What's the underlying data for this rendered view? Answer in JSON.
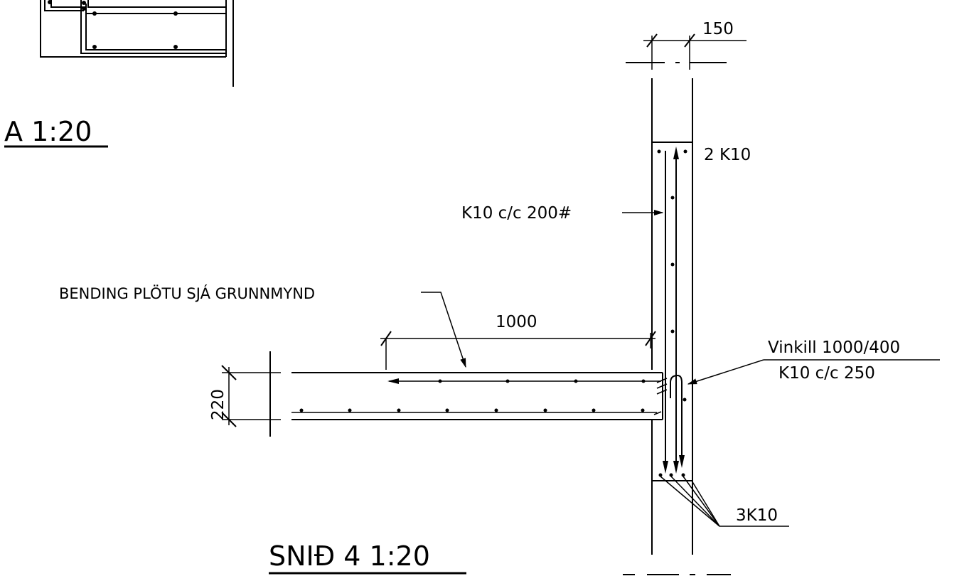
{
  "drawing": {
    "section_a_title": "A 1:20",
    "section_4_title": "SNIÐ 4 1:20",
    "wall_width": "150",
    "top_bars": "2 K10",
    "wall_rebar": "K10 c/c 200#",
    "slab_note": "BENDING PLÖTU SJÁ GRUNNMYND",
    "slab_length": "1000",
    "slab_thickness": "220",
    "angle_bar_1": "Vinkill 1000/400",
    "angle_bar_2": "K10 c/c 250",
    "bottom_bars": "3K10"
  }
}
